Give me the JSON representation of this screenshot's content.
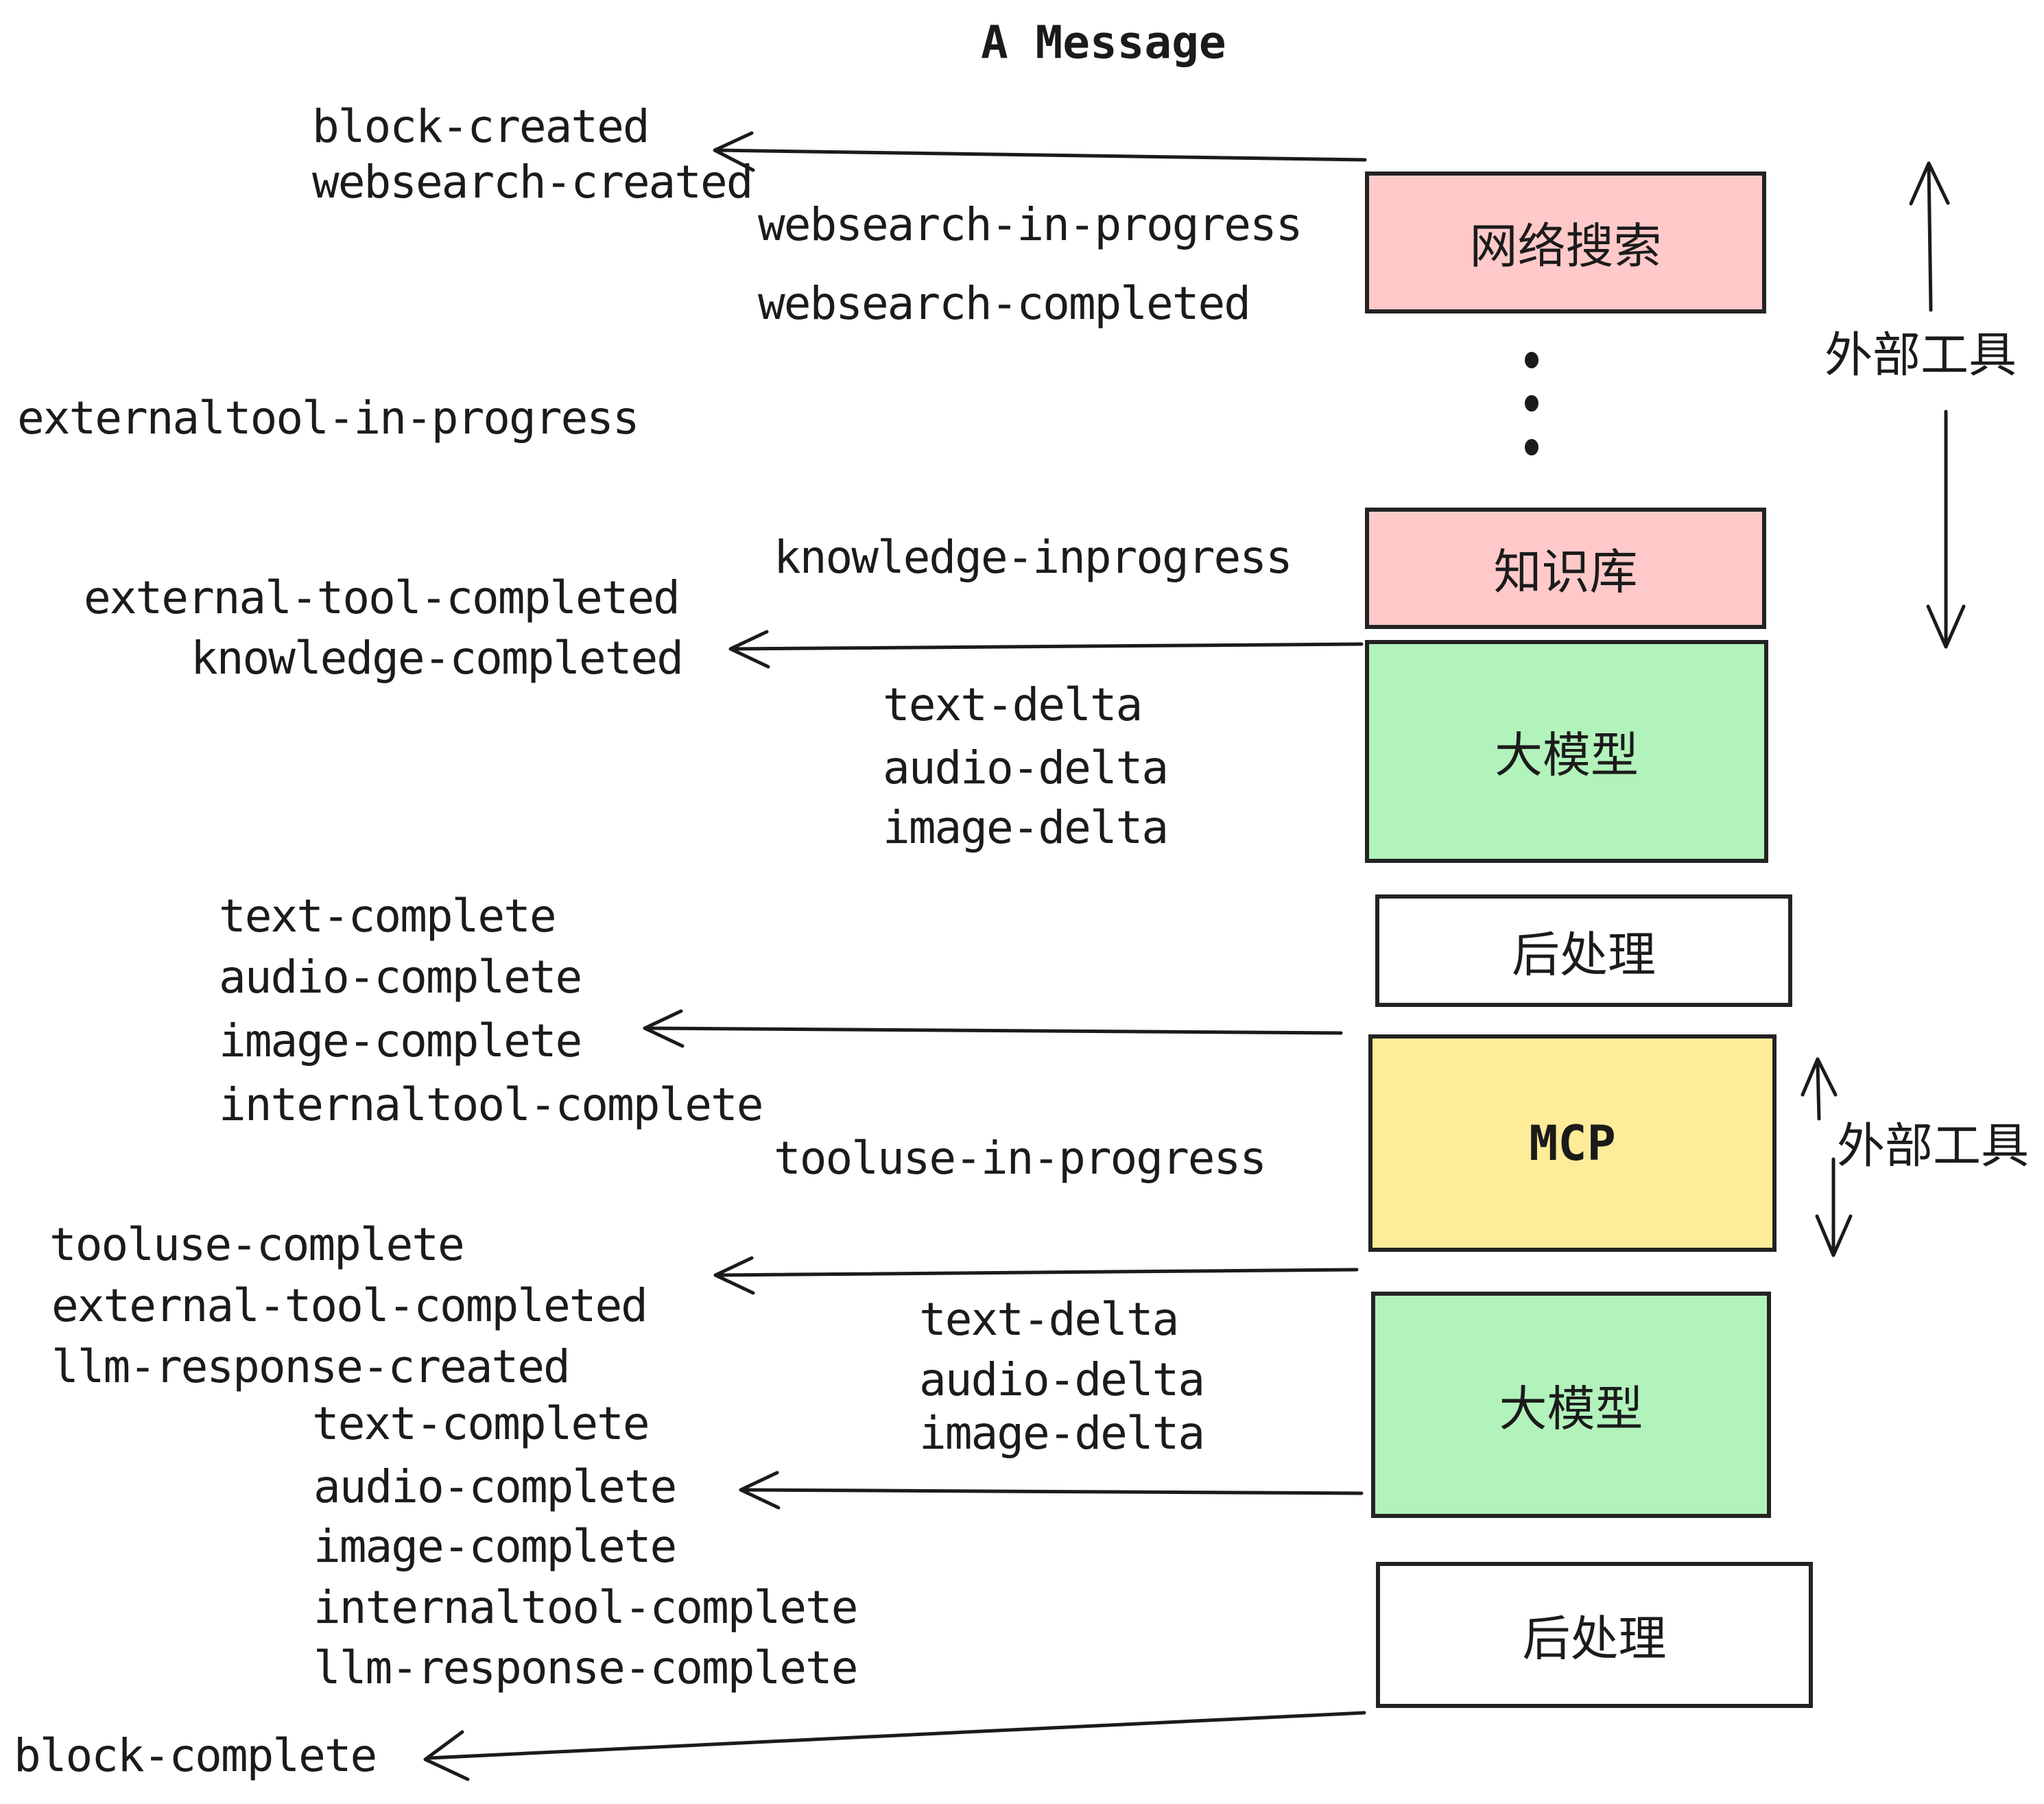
{
  "title": "A Message",
  "colors": {
    "pink": "#FFC9C9",
    "green": "#B2F2BB",
    "yellow": "#FFEC99",
    "white": "#FFFFFF",
    "ink": "#1b1b1b"
  },
  "boxes": {
    "websearch": {
      "label": "网络搜索"
    },
    "knowledge": {
      "label": "知识库"
    },
    "llm1": {
      "label": "大模型"
    },
    "post1": {
      "label": "后处理"
    },
    "mcp": {
      "label": "MCP"
    },
    "llm2": {
      "label": "大模型"
    },
    "post2": {
      "label": "后处理"
    }
  },
  "side": {
    "external_tools_top": "外部工具",
    "external_tools_bottom": "外部工具"
  },
  "events": {
    "block_created": "block-created",
    "websearch_created": "websearch-created",
    "websearch_in_progress": "websearch-in-progress",
    "websearch_completed": "websearch-completed",
    "externaltool_in_progress": "externaltool-in-progress",
    "knowledge_inprogress": "knowledge-inprogress",
    "external_tool_completed_1": "external-tool-completed",
    "knowledge_completed": "knowledge-completed",
    "text_delta_1": "text-delta",
    "audio_delta_1": "audio-delta",
    "image_delta_1": "image-delta",
    "text_complete_1": "text-complete",
    "audio_complete_1": "audio-complete",
    "image_complete_1": "image-complete",
    "internaltool_complete_1": "internaltool-complete",
    "tooluse_in_progress": "tooluse-in-progress",
    "tooluse_complete": "tooluse-complete",
    "external_tool_completed_2": "external-tool-completed",
    "llm_response_created": "llm-response-created",
    "text_complete_2": "text-complete",
    "text_delta_2": "text-delta",
    "audio_delta_2": "audio-delta",
    "image_delta_2": "image-delta",
    "audio_complete_2": "audio-complete",
    "image_complete_2": "image-complete",
    "internaltool_complete_2": "internaltool-complete",
    "llm_response_complete": "llm-response-complete",
    "block_complete": "block-complete"
  }
}
